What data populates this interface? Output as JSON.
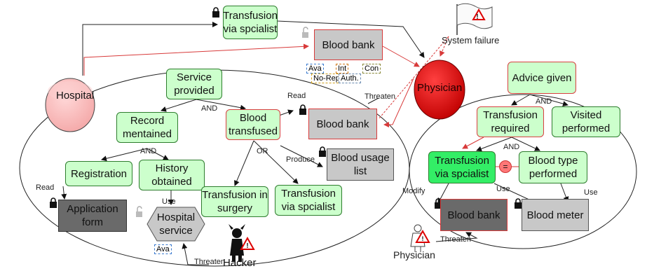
{
  "actors": {
    "hospital": "Hospital",
    "physician": "Physician",
    "hacker": "Hacker",
    "physician_attacker": "Physician",
    "system_failure": "System failure"
  },
  "hospital_nodes": {
    "service_provided": "Service provided",
    "record_maintained": "Record mentained",
    "blood_transfused": "Blood transfused",
    "registration": "Registration",
    "history_obtained": "History obtained",
    "transfusion_in_surgery": "Transfusion in surgery",
    "transfusion_via_specialist": "Transfusion via spcialist",
    "blood_bank": "Blood bank",
    "blood_usage_list": "Blood usage list",
    "application_form": "Application form",
    "hospital_service": "Hospital service"
  },
  "top_nodes": {
    "transfusion_via_specialist": "Transfusion via spcialist",
    "blood_bank": "Blood bank"
  },
  "physician_nodes": {
    "advice_given": "Advice given",
    "transfusion_required": "Transfusion required",
    "visited_performed": "Visited performed",
    "transfusion_via_specialist": "Transfusion via spcialist",
    "blood_type_performed": "Blood type performed",
    "blood_bank": "Blood bank",
    "blood_meter": "Blood meter"
  },
  "security_tags": [
    "Ava",
    "Int",
    "Con",
    "No-Rep",
    "Auth."
  ],
  "hospital_service_tag": "Ava",
  "equal_symbol": "=",
  "edge_labels": {
    "and_1": "AND",
    "and_2": "AND",
    "or_1": "OR",
    "read_1": "Read",
    "read_2": "Read",
    "produce": "Produce",
    "use_1": "Use",
    "threaten_1": "Threaten",
    "threaten_2": "Threaten",
    "threaten_3": "Threaten",
    "and_3": "AND",
    "and_4": "AND",
    "modify": "Modify",
    "use_2": "Use",
    "use_3": "Use"
  },
  "colors": {
    "goal_fill": "#ccffcc",
    "goal_strong_fill": "#33ee66",
    "resource_fill": "#c8c8c8",
    "resource_dark_fill": "#6a6a6a",
    "hospital_actor": "#f8c0c0",
    "physician_actor": "#e81010",
    "threat_red": "#d83a3a"
  }
}
